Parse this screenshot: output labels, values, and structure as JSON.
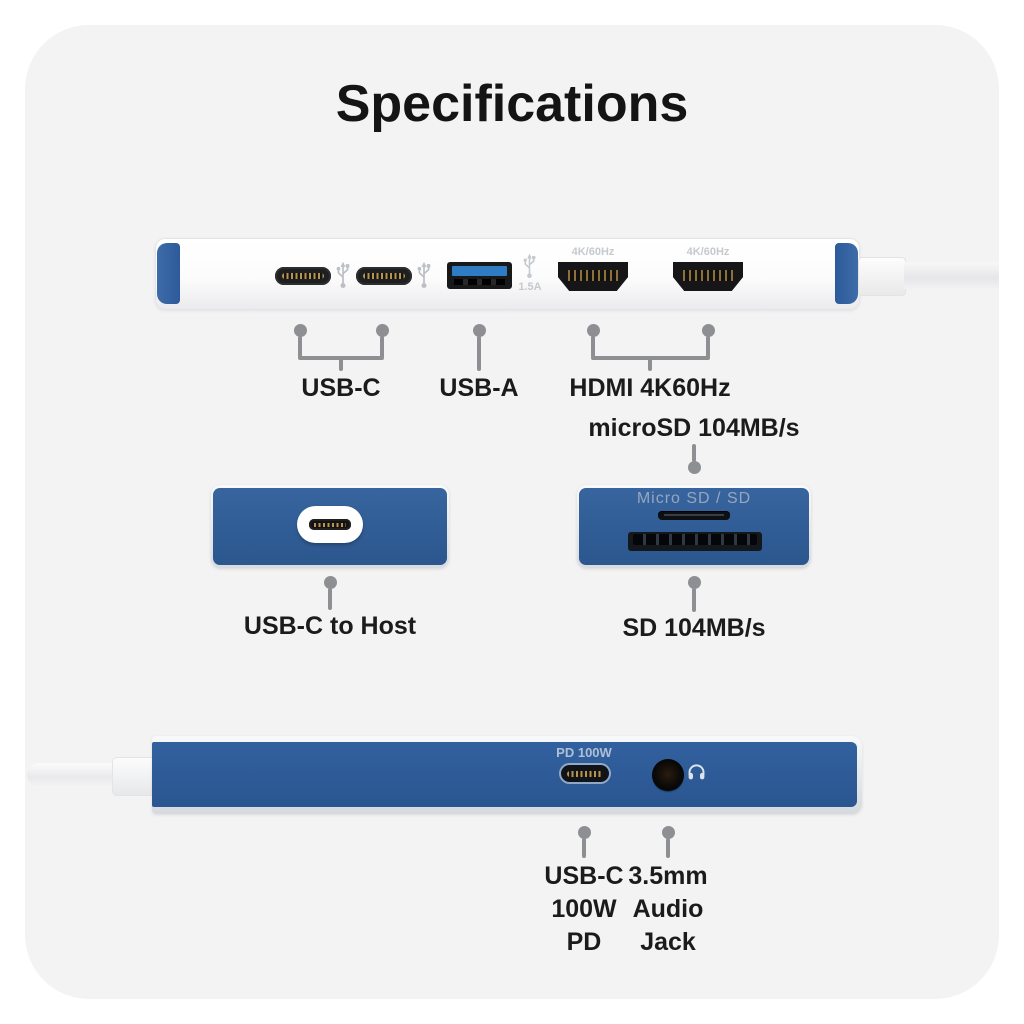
{
  "title": "Specifications",
  "top_view": {
    "hdmi_speed": "4K/60Hz",
    "usb_a_amp": "1.5A",
    "callout_usb_c": "USB-C",
    "callout_usb_a": "USB-A",
    "callout_hdmi": "HDMI 4K60Hz"
  },
  "host_view": {
    "callout": "USB-C to Host"
  },
  "card_reader_view": {
    "callout_top": "microSD 104MB/s",
    "engraving": "Micro SD / SD",
    "callout_bottom": "SD 104MB/s"
  },
  "back_view": {
    "engraving_pd": "PD 100W",
    "callout_pd_lines": [
      "USB-C",
      "100W",
      "PD"
    ],
    "callout_audio_lines": [
      "3.5mm",
      "Audio",
      "Jack"
    ]
  },
  "colors": {
    "accent_blue": "#2e5c9c",
    "usb_a_blue": "#2f7cc4",
    "panel_gray": "#f3f3f4",
    "callout_gray": "#8d8f92"
  }
}
